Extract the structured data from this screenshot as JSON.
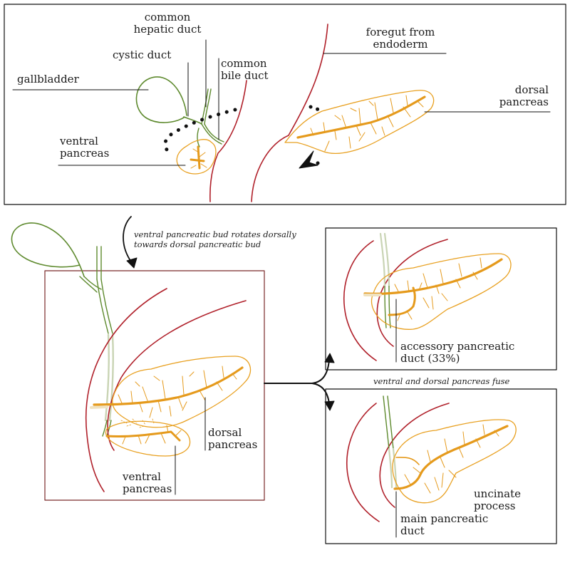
{
  "labels": {
    "common_hepatic_duct": "common\nhepatic duct",
    "cystic_duct": "cystic duct",
    "common_bile_duct": "common\nbile duct",
    "gallbladder": "gallbladder",
    "ventral_pancreas_top": "ventral\npancreas",
    "foregut": "foregut from\nendoderm",
    "dorsal_pancreas_top": "dorsal\npancreas",
    "dorsal_pancreas_mid": "dorsal\npancreas",
    "ventral_pancreas_mid": "ventral\npancreas",
    "accessory_duct": "accessory pancreatic\nduct (33%)",
    "uncinate": "uncinate\nprocess",
    "main_duct": "main pancreatic\nduct"
  },
  "captions": {
    "rotation": "ventral pancreatic bud rotates dorsally\ntowards dorsal pancreatic bud",
    "fusion": "ventral and dorsal pancreas fuse"
  },
  "colors": {
    "gut": "#b0202a",
    "bile": "#5e8a2e",
    "bile_fused": "#c9d4b4",
    "pancreas": "#e8a020",
    "duct": "#e59a1c",
    "frame_mid": "#7a2a2a",
    "ink": "#111111"
  }
}
